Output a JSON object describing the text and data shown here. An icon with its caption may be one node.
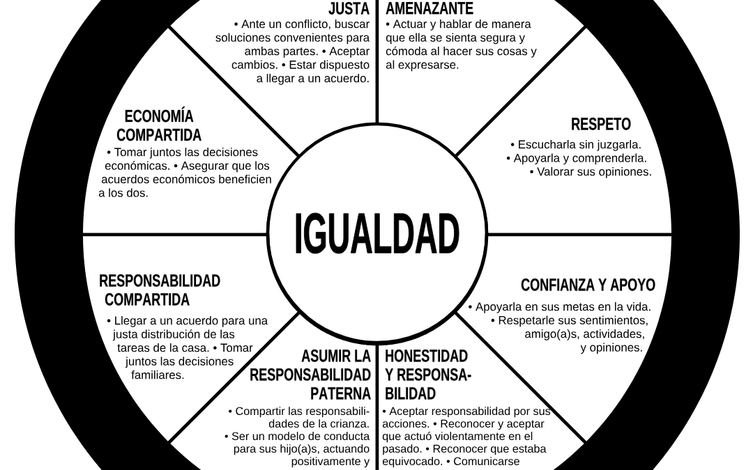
{
  "diagram": {
    "nodes": [
      {
        "text": [
          "JUSTA",
          "• Ante un conflicto, buscar soluciones convenientes para ambas partes. • Aceptar cambios. • Estar dispuesto a llegar a un acuerdo."
        ]
      },
      {
        "text": [
          "AMENAZANTE",
          "• Actuar y hablar de manera que ella se sienta segura y cómoda al hacer sus cosas y al expresarse."
        ]
      },
      {
        "text": [
          "ECONOMÍA COMPARTIDA",
          "• Tomar juntos las decisiones económicas. • Asegurar que los acuerdos económicos beneficien a los dos."
        ]
      },
      {
        "text": [
          "RESPETO",
          "• Escucharla sin juzgarla. • Apoyarla y comprenderla. • Valorar sus opiniones."
        ]
      },
      {
        "text": [
          "IGUALDAD"
        ]
      },
      {
        "text": [
          "RESPONSABILIDAD COMPARTIDA",
          "• Llegar a un acuerdo para una justa distribución de las tareas de la casa. • Tomar juntos las decisiones familiares."
        ]
      },
      {
        "text": [
          "CONFIANZA Y APOYO",
          "• Apoyarla en sus metas en la vida. • Respetarle sus sentimientos, amigo(a)s, actividades, y opiniones."
        ]
      },
      {
        "text": [
          "ASUMIR LA RESPONSABILIDAD PATERNA",
          "• Compartir las responsabili- dades de la crianza. • Ser un modelo de conducta para sus hijo(a)s, actuando positivamente y"
        ]
      },
      {
        "text": [
          "HONESTIDAD Y RESPONSA- BILIDAD",
          "• Aceptar responsabilidad por sus acciones. • Reconocer y aceptar que actuó violentamente en el pasado. • Reconocer que estaba equivocado. • Comunicarse"
        ]
      }
    ]
  }
}
